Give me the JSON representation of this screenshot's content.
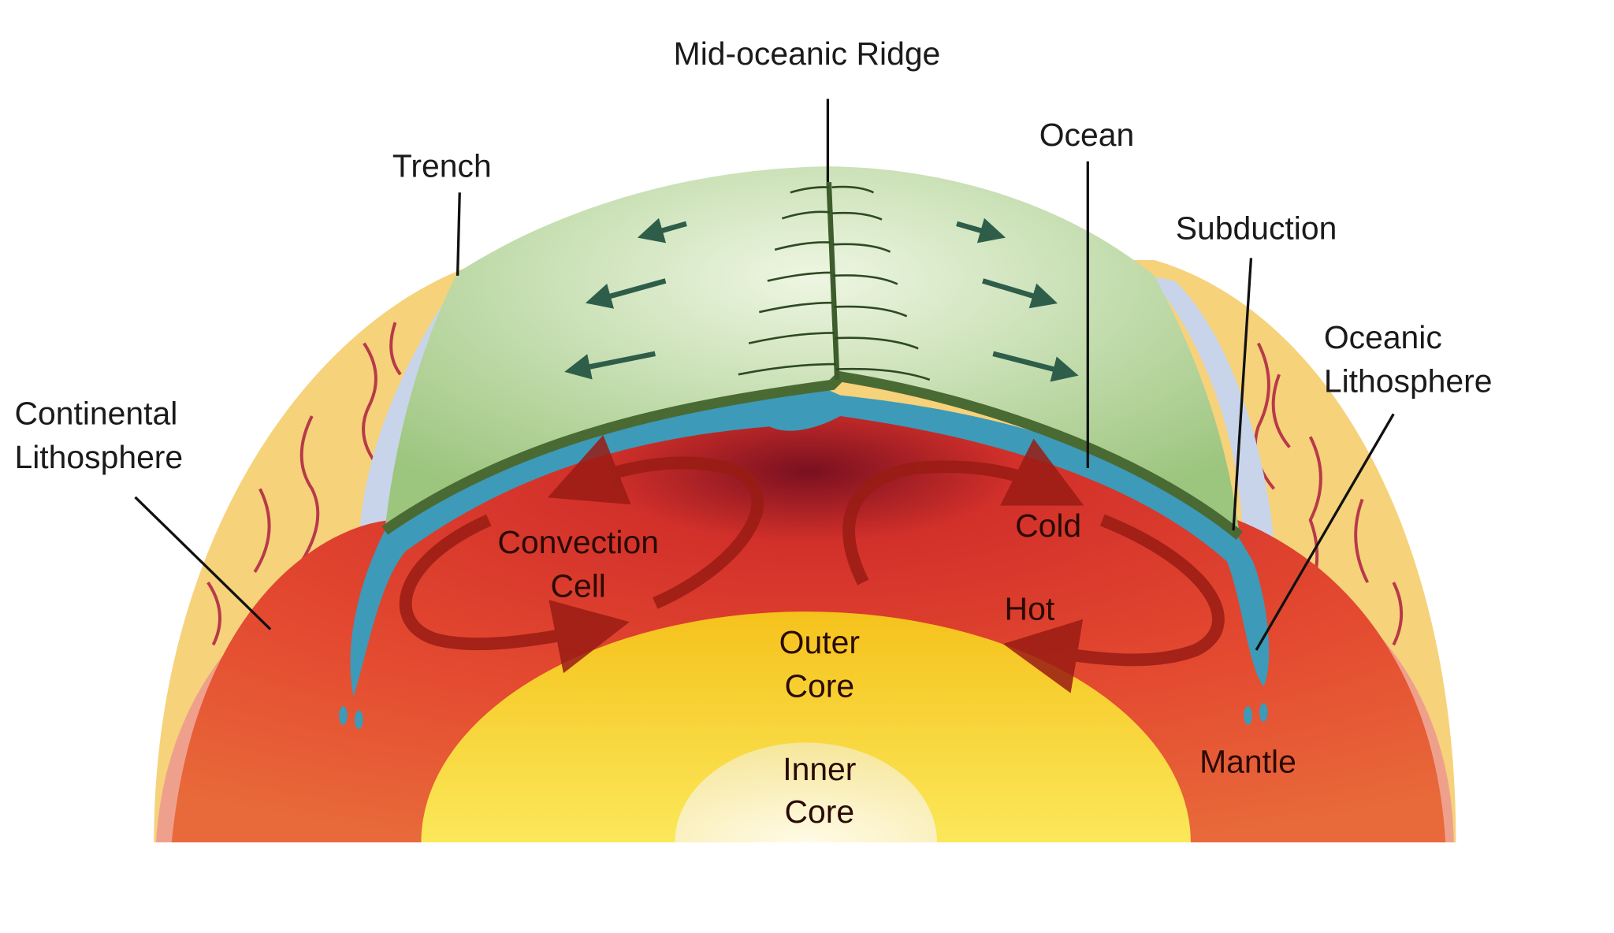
{
  "diagram": {
    "labels": {
      "ridge": "Mid-oceanic Ridge",
      "trench": "Trench",
      "ocean": "Ocean",
      "subduction": "Subduction",
      "oceanic_1": "Oceanic",
      "oceanic_2": "Lithosphere",
      "continental_1": "Continental",
      "continental_2": "Lithosphere",
      "convection_1": "Convection",
      "convection_2": "Cell",
      "cold": "Cold",
      "hot": "Hot",
      "outer_1": "Outer",
      "outer_2": "Core",
      "inner_1": "Inner",
      "inner_2": "Core",
      "mantle": "Mantle"
    },
    "colors": {
      "crust": "#f6d27a",
      "continental": "#efa08c",
      "mantle": "#e0402c",
      "outer_core": "#f6cf2a",
      "inner_core": "#fbf0c0",
      "ocean_plate": "#bcd9a0",
      "lithosphere": "#3d9ab8",
      "arrow": "#9a1c14"
    }
  }
}
